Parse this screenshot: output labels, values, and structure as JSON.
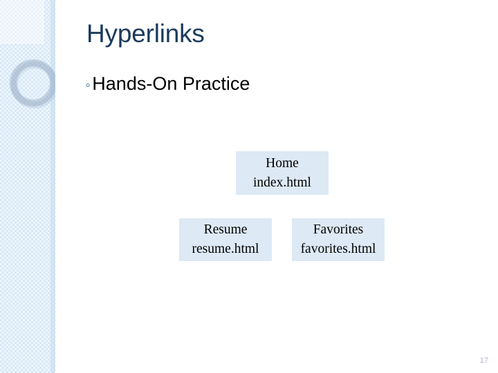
{
  "slide": {
    "title": "Hyperlinks",
    "bullet": {
      "glyph": "༚",
      "icon_name": "wingdings-bullet-icon",
      "text": "Hands-On Practice"
    },
    "page_number": "17"
  },
  "diagram": {
    "type": "site-map-tree",
    "nodes": [
      {
        "id": "home",
        "name": "Home",
        "file": "index.html"
      },
      {
        "id": "resume",
        "name": "Resume",
        "file": "resume.html"
      },
      {
        "id": "favorites",
        "name": "Favorites",
        "file": "favorites.html"
      }
    ],
    "edges": [
      {
        "from": "home",
        "to": "resume"
      },
      {
        "from": "home",
        "to": "favorites"
      }
    ]
  },
  "colors": {
    "title_text": "#1b3a5c",
    "body_text": "#000000",
    "bullet": "#3f6f9e",
    "node_fill": "#dde9f5",
    "connector": "#22476e",
    "sidebar_band": "#d8e8f7",
    "page_number": "#a9b6c4"
  }
}
